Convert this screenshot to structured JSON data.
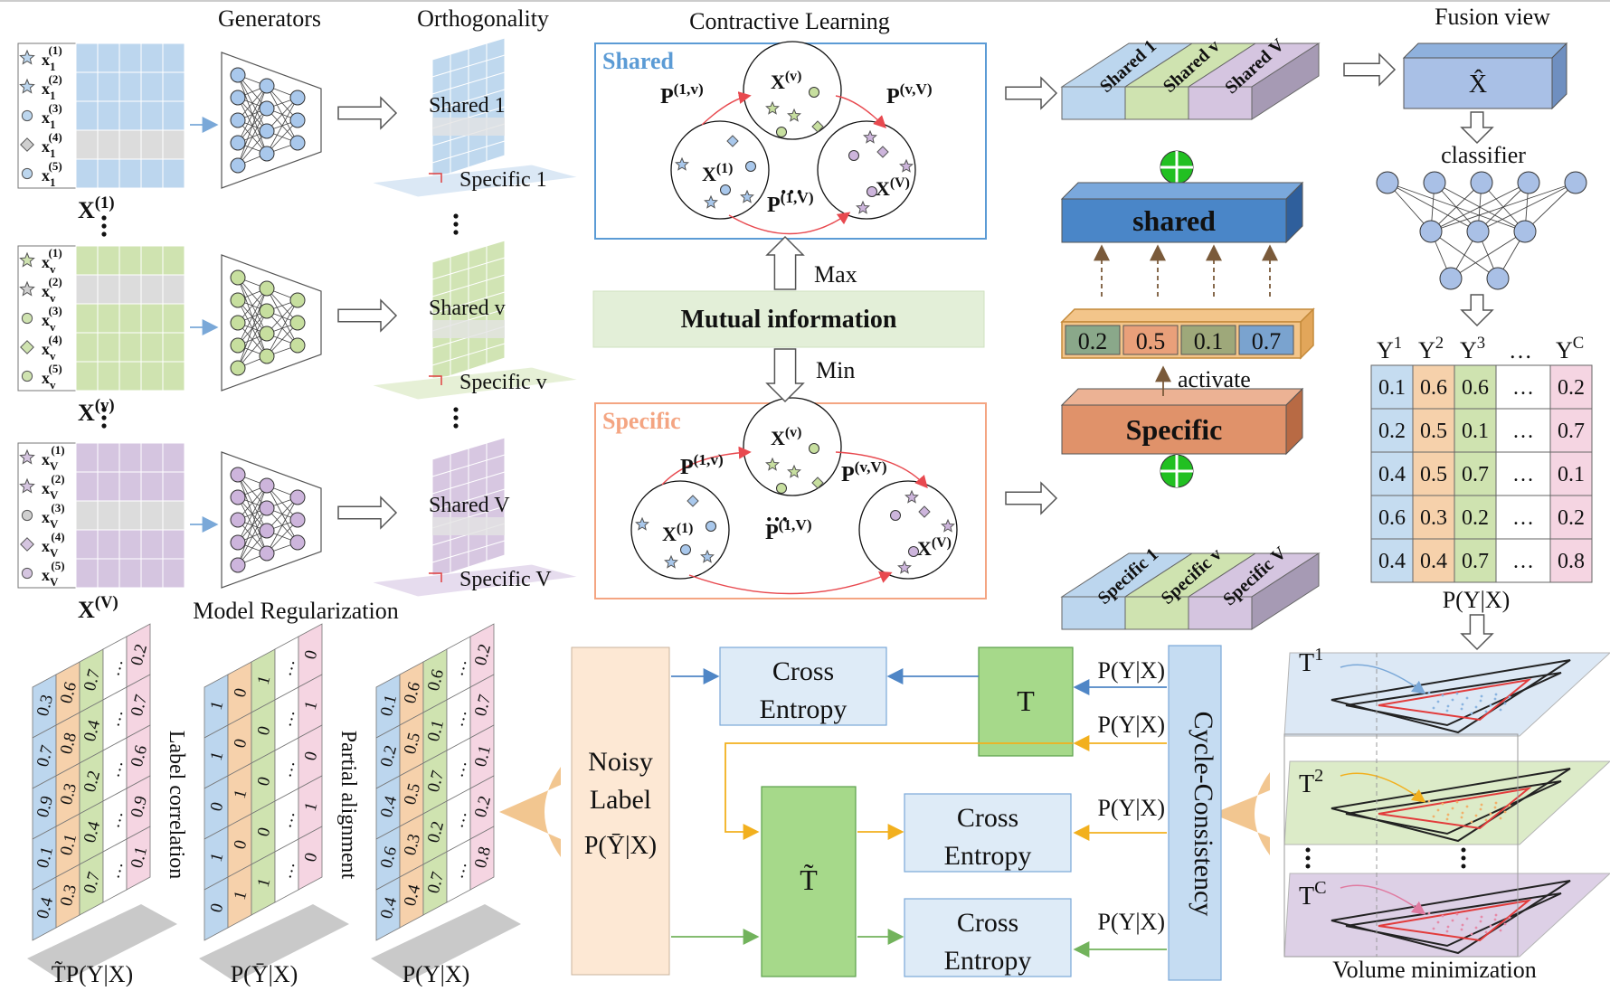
{
  "sections": {
    "generators": "Generators",
    "orthogonality": "Orthogonality",
    "contrastive": "Contractive Learning",
    "fusion_view": "Fusion view",
    "model_reg": "Model Regularization",
    "volume_min": "Volume minimization"
  },
  "views": [
    {
      "id": "v1",
      "cell_color": "#bcd6ee",
      "light_color": "#dbe8f5",
      "node_color": "#a9c8ec",
      "rows": [
        "x",
        "x",
        "x",
        "x",
        "x"
      ],
      "sub": "1",
      "sups": [
        "(1)",
        "(2)",
        "(3)",
        "(4)",
        "(5)"
      ],
      "shapes": [
        "star",
        "star",
        "circle",
        "diamond",
        "circle"
      ],
      "gray_row": 3,
      "matrix_label": "X",
      "matrix_sup": "(1)",
      "shared_label": "Shared 1",
      "specific_label": "Specific 1"
    },
    {
      "id": "vv",
      "cell_color": "#cfe3b0",
      "light_color": "#e6f0d6",
      "node_color": "#c7df9f",
      "rows": [
        "x",
        "x",
        "x",
        "x",
        "x"
      ],
      "sub": "v",
      "sups": [
        "(1)",
        "(2)",
        "(3)",
        "(4)",
        "(5)"
      ],
      "shapes": [
        "star",
        "star",
        "circle",
        "diamond",
        "circle"
      ],
      "gray_row": 1,
      "matrix_label": "X",
      "matrix_sup": "(v)",
      "shared_label": "Shared v",
      "specific_label": "Specific v"
    },
    {
      "id": "vV",
      "cell_color": "#d5c5e0",
      "light_color": "#e6dcee",
      "node_color": "#cdb5dc",
      "rows": [
        "x",
        "x",
        "x",
        "x",
        "x"
      ],
      "sub": "V",
      "sups": [
        "(1)",
        "(2)",
        "(3)",
        "(4)",
        "(5)"
      ],
      "shapes": [
        "star",
        "star",
        "circle",
        "diamond",
        "circle"
      ],
      "gray_row": 2,
      "matrix_label": "X",
      "matrix_sup": "(V)",
      "shared_label": "Shared V",
      "specific_label": "Specific V"
    }
  ],
  "contrastive": {
    "shared_title": "Shared",
    "specific_title": "Specific",
    "mi_label": "Mutual information",
    "max_label": "Max",
    "min_label": "Min",
    "p_1v": "P",
    "p_1v_sup": "(1,v)",
    "p_vV": "P",
    "p_vV_sup": "(v,V)",
    "p_1V": "P",
    "p_1V_sup": "(1,V)",
    "x1": "X",
    "x1_sup": "(1)",
    "xv": "X",
    "xv_sup": "(v)",
    "xV": "X",
    "xV_sup": "(V)",
    "dots": "…"
  },
  "slabs": {
    "shared": [
      "Shared 1",
      "Shared v",
      "Shared V"
    ],
    "specific": [
      "Specific 1",
      "Specific v",
      "Specific V"
    ],
    "shared_bar": "shared",
    "specific_bar": "Specific",
    "activate": "activate",
    "weights": [
      "0.2",
      "0.5",
      "0.1",
      "0.7"
    ],
    "weight_colors": [
      "#8aa88a",
      "#e9a07a",
      "#9ea87a",
      "#7aa3cf"
    ]
  },
  "fusion": {
    "xhat": "X̂",
    "classifier": "classifier",
    "y_headers": [
      "Y",
      "Y",
      "Y",
      "…",
      "Y"
    ],
    "y_sups": [
      "1",
      "2",
      "3",
      "",
      "C"
    ],
    "table": [
      [
        "0.1",
        "0.6",
        "0.6",
        "…",
        "0.2"
      ],
      [
        "0.2",
        "0.5",
        "0.1",
        "…",
        "0.7"
      ],
      [
        "0.4",
        "0.5",
        "0.7",
        "…",
        "0.1"
      ],
      [
        "0.6",
        "0.3",
        "0.2",
        "…",
        "0.2"
      ],
      [
        "0.4",
        "0.4",
        "0.7",
        "…",
        "0.8"
      ]
    ],
    "col_colors": [
      "#c5dcf0",
      "#f6d1ab",
      "#cfe3b0",
      "#ffffff",
      "#f5d5e2"
    ],
    "caption": "P(Y|X)"
  },
  "volume": {
    "t_labels": [
      "T",
      "T",
      "T"
    ],
    "t_sups": [
      "1",
      "2",
      "C"
    ],
    "plane_colors": [
      "#dce8f5",
      "#dcebc8",
      "#ddd0e6"
    ],
    "dot_colors": [
      "#8ab4e0",
      "#f1b06a",
      "#e58aa8"
    ]
  },
  "loss": {
    "noisy": [
      "Noisy",
      "Label"
    ],
    "noisy_p": "P(Ȳ|X)",
    "cross": [
      "Cross",
      "Entropy"
    ],
    "T": "T",
    "T_tilde": "T̃",
    "pyx": "P(Y|X)",
    "cycle": "Cycle-Consistency"
  },
  "regularization": {
    "matrices": [
      {
        "caption": "T̃P(Y|X)",
        "side": "Label correlation",
        "rows": [
          [
            "0.3",
            "0.6",
            "0.7",
            "…",
            "0.2"
          ],
          [
            "0.7",
            "0.8",
            "0.4",
            "…",
            "0.7"
          ],
          [
            "0.9",
            "0.3",
            "0.2",
            "…",
            "0.6"
          ],
          [
            "0.1",
            "0.1",
            "0.4",
            "…",
            "0.9"
          ],
          [
            "0.4",
            "0.3",
            "0.7",
            "…",
            "0.1"
          ]
        ]
      },
      {
        "caption": "P(Ȳ|X)",
        "side": "Partial alignment",
        "rows": [
          [
            "1",
            "0",
            "1",
            "…",
            "0"
          ],
          [
            "1",
            "0",
            "0",
            "…",
            "1"
          ],
          [
            "0",
            "1",
            "0",
            "…",
            "0"
          ],
          [
            "1",
            "0",
            "0",
            "…",
            "1"
          ],
          [
            "0",
            "1",
            "1",
            "…",
            "0"
          ]
        ]
      },
      {
        "caption": "P(Y|X)",
        "side": "",
        "rows": [
          [
            "0.1",
            "0.6",
            "0.6",
            "…",
            "0.2"
          ],
          [
            "0.2",
            "0.5",
            "0.1",
            "…",
            "0.7"
          ],
          [
            "0.4",
            "0.5",
            "0.7",
            "…",
            "0.1"
          ],
          [
            "0.6",
            "0.3",
            "0.2",
            "…",
            "0.2"
          ],
          [
            "0.4",
            "0.4",
            "0.7",
            "…",
            "0.8"
          ]
        ]
      }
    ],
    "col_colors": [
      "#bcd6ee",
      "#f6d1ab",
      "#cfe3b0",
      "#ffffff",
      "#f5d5e2"
    ]
  }
}
